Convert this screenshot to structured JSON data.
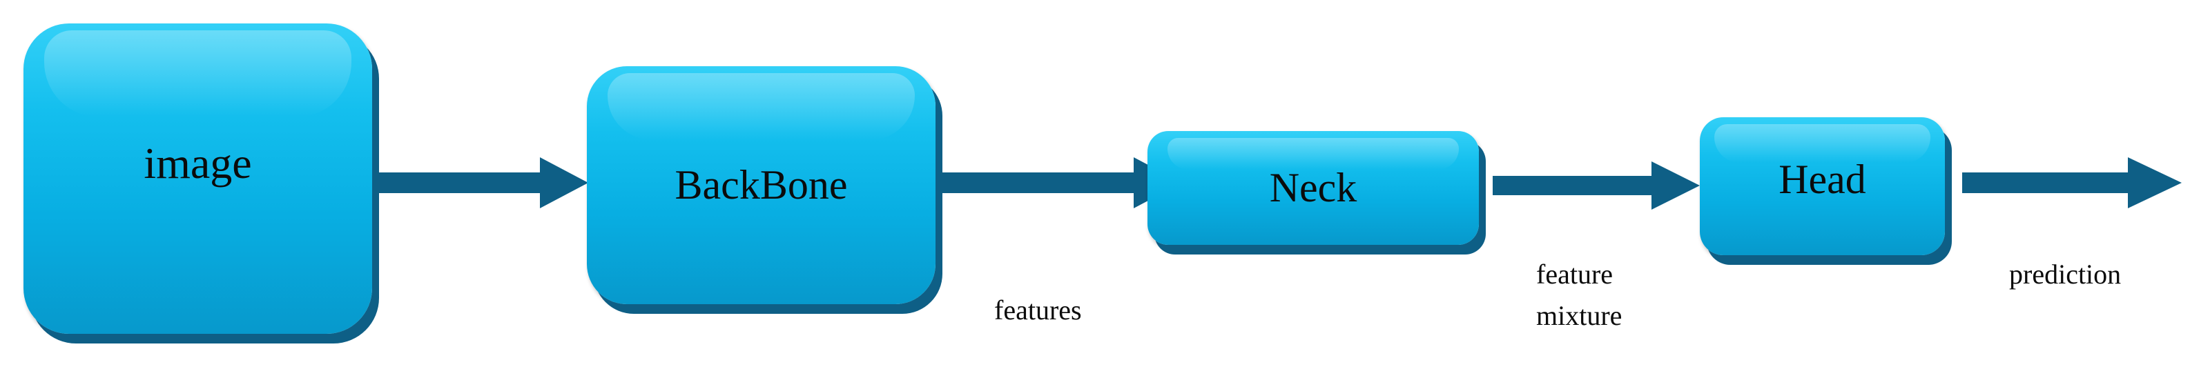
{
  "nodes": {
    "image": "image",
    "backbone": "BackBone",
    "neck": "Neck",
    "head": "Head"
  },
  "edge_labels": {
    "features": "features",
    "feature_mixture_line1": "feature",
    "feature_mixture_line2": "mixture",
    "prediction": "prediction"
  },
  "colors": {
    "box_fill": "#08aee2",
    "box_shadow": "#0e5f86",
    "arrow": "#0e5f86"
  }
}
